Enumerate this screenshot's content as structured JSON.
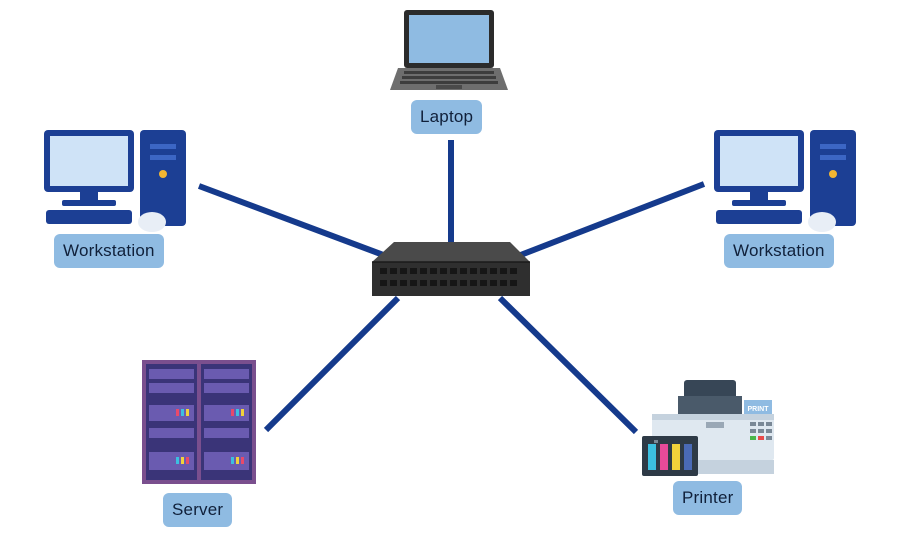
{
  "nodes": {
    "laptop": {
      "label": "Laptop",
      "icon": "laptop-icon"
    },
    "workstation_left": {
      "label": "Workstation",
      "icon": "desktop-computer-icon"
    },
    "workstation_right": {
      "label": "Workstation",
      "icon": "desktop-computer-icon"
    },
    "server": {
      "label": "Server",
      "icon": "server-rack-icon"
    },
    "printer": {
      "label": "Printer",
      "icon": "printer-icon",
      "badge": "PRINT"
    },
    "hub": {
      "icon": "network-switch-icon"
    }
  },
  "colors": {
    "link": "#153a8c",
    "label_bg": "#8fbbe2",
    "device_blue": "#1c3f94",
    "screen": "#cfe3f7"
  }
}
